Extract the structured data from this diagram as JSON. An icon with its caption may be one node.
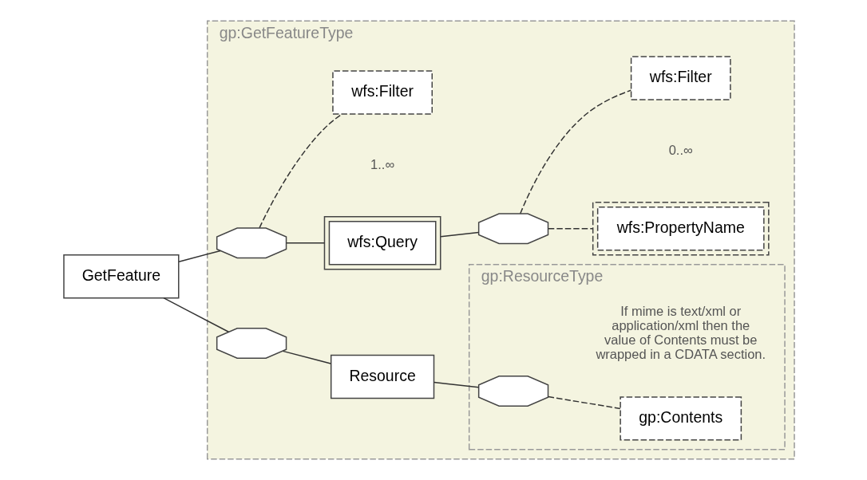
{
  "diagram": {
    "nodes": [
      {
        "text": [
          "gp:GetFeatureType"
        ]
      },
      {
        "text": [
          "GetFeature"
        ]
      },
      {
        "text": [],
        "shape": "octagon",
        "in": 0
      },
      {
        "text": [
          "wfs:Query"
        ],
        "beside": [
          "1..∞"
        ],
        "in": 0
      },
      {
        "text": [],
        "shape": "octagon",
        "in": 0
      },
      {
        "text": [
          "wfs:PropertyName"
        ],
        "beside": [
          "0..∞"
        ],
        "in": 0
      },
      {
        "text": [
          "wfs:Filter"
        ],
        "in": 0
      },
      {
        "text": [
          "wfs:Filter"
        ],
        "in": 0
      },
      {
        "text": [],
        "shape": "octagon",
        "in": 0
      },
      {
        "text": [
          "Resource"
        ],
        "in": 0
      },
      {
        "text": [
          "gp:ResourceType"
        ],
        "in": 0
      },
      {
        "text": [],
        "shape": "octagon",
        "in": 10
      },
      {
        "text": [
          "gp:Contents"
        ],
        "beside": [
          "If mime is text/xml or application/xml then the value of Contents must be wrapped in a CDATA section."
        ],
        "in": 10
      }
    ],
    "edges": [
      {
        "from": 1,
        "to": 2,
        "arrow": "none"
      },
      {
        "from": 1,
        "to": 8,
        "arrow": "none"
      },
      {
        "from": 2,
        "to": 3,
        "arrow": "none"
      },
      {
        "from": 2,
        "to": 7,
        "arrow": "none",
        "style": "dashed"
      },
      {
        "from": 3,
        "to": 4,
        "arrow": "none"
      },
      {
        "from": 4,
        "to": 5,
        "arrow": "none",
        "style": "dashed"
      },
      {
        "from": 4,
        "to": 6,
        "arrow": "none",
        "style": "dashed"
      },
      {
        "from": 8,
        "to": 9,
        "arrow": "none"
      },
      {
        "from": 9,
        "to": 11,
        "arrow": "none"
      },
      {
        "from": 11,
        "to": 12,
        "arrow": "none",
        "style": "dashed"
      }
    ]
  }
}
